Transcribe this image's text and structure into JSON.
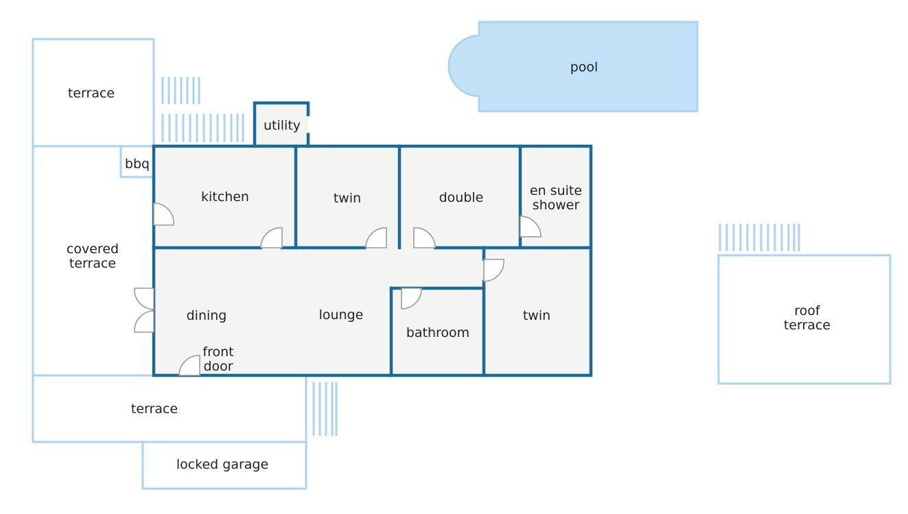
{
  "colors": {
    "wall": "#1a6b98",
    "outline": "#a9d3ef",
    "pool_fill": "#c2e2f8",
    "room_fill": "#f4f4f3",
    "door": "#9a9a9a",
    "text": "#222222"
  },
  "labels": {
    "terrace_top": "terrace",
    "covered_terrace_1": "covered",
    "covered_terrace_2": "terrace",
    "bbq": "bbq",
    "utility": "utility",
    "pool": "pool",
    "kitchen": "kitchen",
    "twin_1": "twin",
    "double": "double",
    "en_suite_1": "en suite",
    "en_suite_2": "shower",
    "dining": "dining",
    "lounge": "lounge",
    "bathroom": "bathroom",
    "twin_2": "twin",
    "front_door_1": "front",
    "front_door_2": "door",
    "terrace_bottom": "terrace",
    "locked_garage": "locked garage",
    "roof_terrace_1": "roof",
    "roof_terrace_2": "terrace"
  }
}
